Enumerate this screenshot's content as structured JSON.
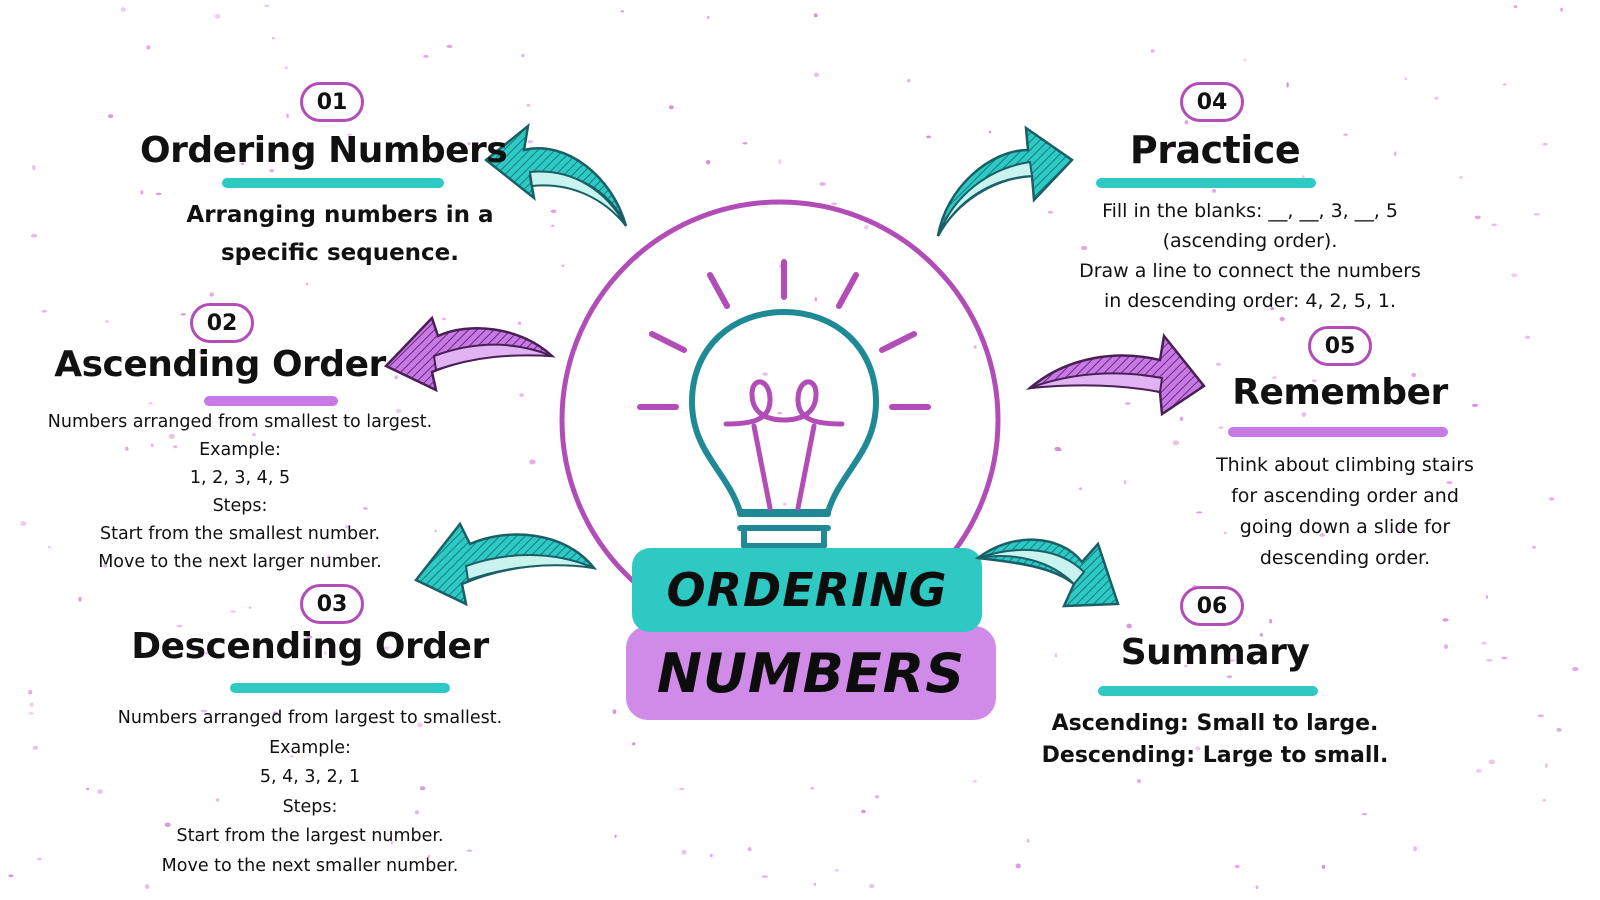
{
  "center": {
    "line1": "ORDERING",
    "line2": "NUMBERS",
    "teal": "#2ec9c3",
    "purple": "#d08be9",
    "ring": "#b24db8",
    "bulb": "#1f8a96"
  },
  "sections": [
    {
      "badge": "01",
      "title": "Ordering Numbers",
      "lines": [
        "Arranging numbers in a",
        "specific sequence."
      ]
    },
    {
      "badge": "02",
      "title": "Ascending Order",
      "lines": [
        "Numbers arranged from smallest to largest.",
        "Example:",
        "1, 2, 3, 4, 5",
        "Steps:",
        "Start from the smallest number.",
        "Move to the next larger number."
      ]
    },
    {
      "badge": "03",
      "title": "Descending Order",
      "lines": [
        "Numbers arranged from largest to smallest.",
        "Example:",
        "5, 4, 3, 2, 1",
        "Steps:",
        "Start from the largest number.",
        "Move to the next smaller number."
      ]
    },
    {
      "badge": "04",
      "title": "Practice",
      "lines": [
        "Fill in the blanks: __, __, 3, __, 5",
        "(ascending order).",
        "Draw a line to connect the numbers",
        "in descending order: 4, 2, 5, 1."
      ]
    },
    {
      "badge": "05",
      "title": "Remember",
      "lines": [
        "Think about climbing stairs",
        "for ascending order and",
        "going down a slide for",
        "descending order."
      ]
    },
    {
      "badge": "06",
      "title": "Summary",
      "lines": [
        "Ascending: Small to large.",
        "Descending: Large to small."
      ]
    }
  ]
}
